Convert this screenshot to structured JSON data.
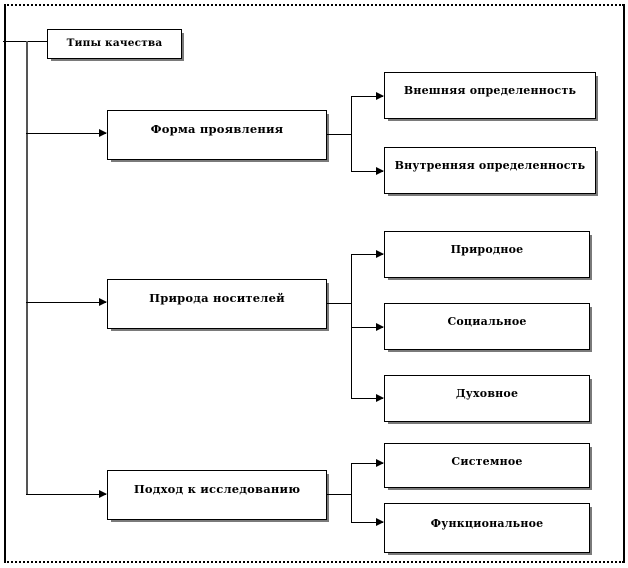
{
  "diagram": {
    "title_box": {
      "label": "Типы качества"
    },
    "branches": [
      {
        "id": "forma",
        "label": "Форма проявления",
        "children": [
          {
            "label": "Внешняя определенность"
          },
          {
            "label": "Внутренняя определенность"
          }
        ]
      },
      {
        "id": "priroda",
        "label": "Природа носителей",
        "children": [
          {
            "label": "Природное"
          },
          {
            "label": "Социальное"
          },
          {
            "label": "Духовное"
          }
        ]
      },
      {
        "id": "podhod",
        "label": "Подход к исследованию",
        "children": [
          {
            "label": "Системное"
          },
          {
            "label": "Функциональное"
          }
        ]
      }
    ],
    "colors": {
      "line": "#000000",
      "box_border": "#000000",
      "box_fill": "#ffffff",
      "shadow": "#7a7a7a",
      "text": "#000000",
      "frame": "#000000"
    }
  }
}
